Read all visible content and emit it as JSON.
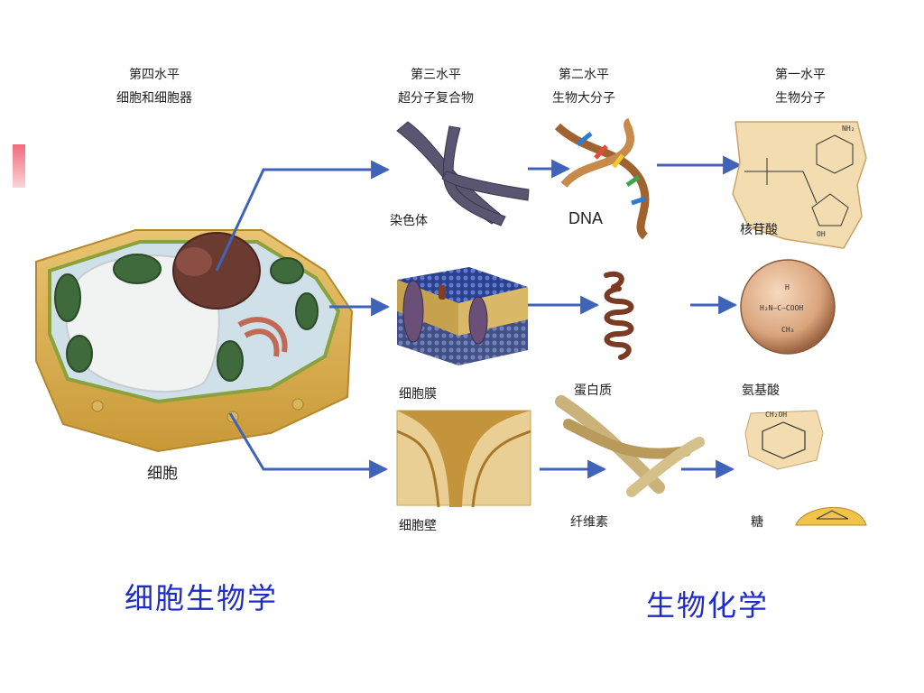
{
  "headers": [
    {
      "line1": "第四水平",
      "line2": "细胞和细胞器"
    },
    {
      "line1": "第三水平",
      "line2": "超分子复合物"
    },
    {
      "line1": "第二水平",
      "line2": "生物大分子"
    },
    {
      "line1": "第一水平",
      "line2": "生物分子"
    }
  ],
  "labels": {
    "chromosome": "染色体",
    "dna": "DNA",
    "nucleotide": "核苷酸",
    "membrane": "细胞膜",
    "protein": "蛋白质",
    "amino_acid": "氨基酸",
    "cell": "细胞",
    "cell_wall": "细胞壁",
    "cellulose": "纤维素",
    "sugar": "糖"
  },
  "footer": {
    "left": "细胞生物学",
    "right": "生物化学"
  },
  "formulas": {
    "nh2": "NH₂",
    "amino": "H₂N—C—COOH",
    "amino_h": "H",
    "amino_ch3": "CH₃",
    "ch2oh": "CH₂OH",
    "oh": "OH"
  },
  "colors": {
    "arrow": "#3f63b8",
    "footer_text": "#1d2bc7"
  }
}
